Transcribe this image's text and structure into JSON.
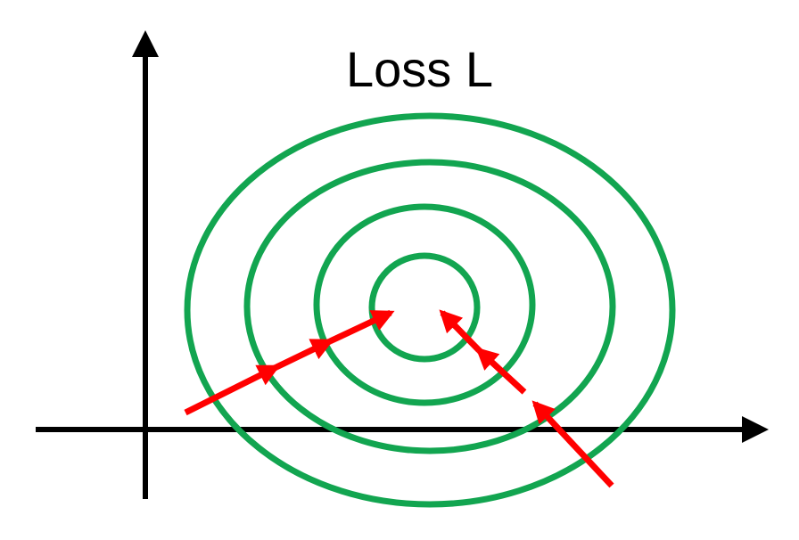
{
  "title": "Loss L",
  "colors": {
    "axis": "#000000",
    "contour": "#12a550",
    "arrow": "#ff0000",
    "background": "#ffffff"
  },
  "contours": {
    "count": 4,
    "shape": "concentric ellipses"
  },
  "paths": [
    {
      "id": "path-left",
      "segments": 3,
      "direction": "toward-center"
    },
    {
      "id": "path-right",
      "segments": 3,
      "direction": "toward-center"
    }
  ]
}
